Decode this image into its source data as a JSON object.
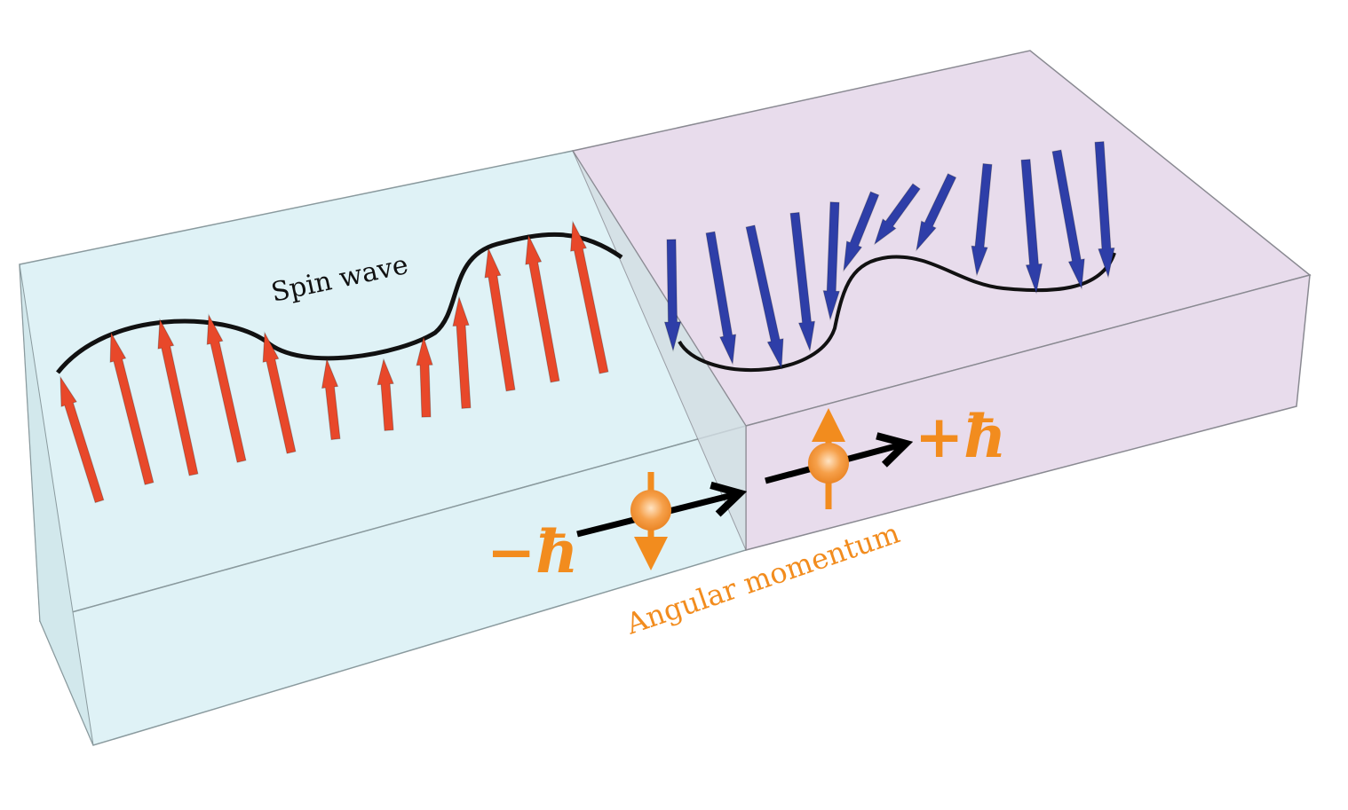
{
  "labels": {
    "spin_wave": "Spin wave",
    "angular_momentum": "Angular momentum",
    "minus_hbar": "−ħ",
    "plus_hbar": "+ħ"
  },
  "colors": {
    "left_block": "#dff2f6",
    "right_block": "#e8dcec",
    "spin_up_arrow": "#e8482a",
    "spin_down_arrow": "#2e3ea8",
    "angular_momentum": "#f28c1e",
    "wave": "#111111"
  }
}
